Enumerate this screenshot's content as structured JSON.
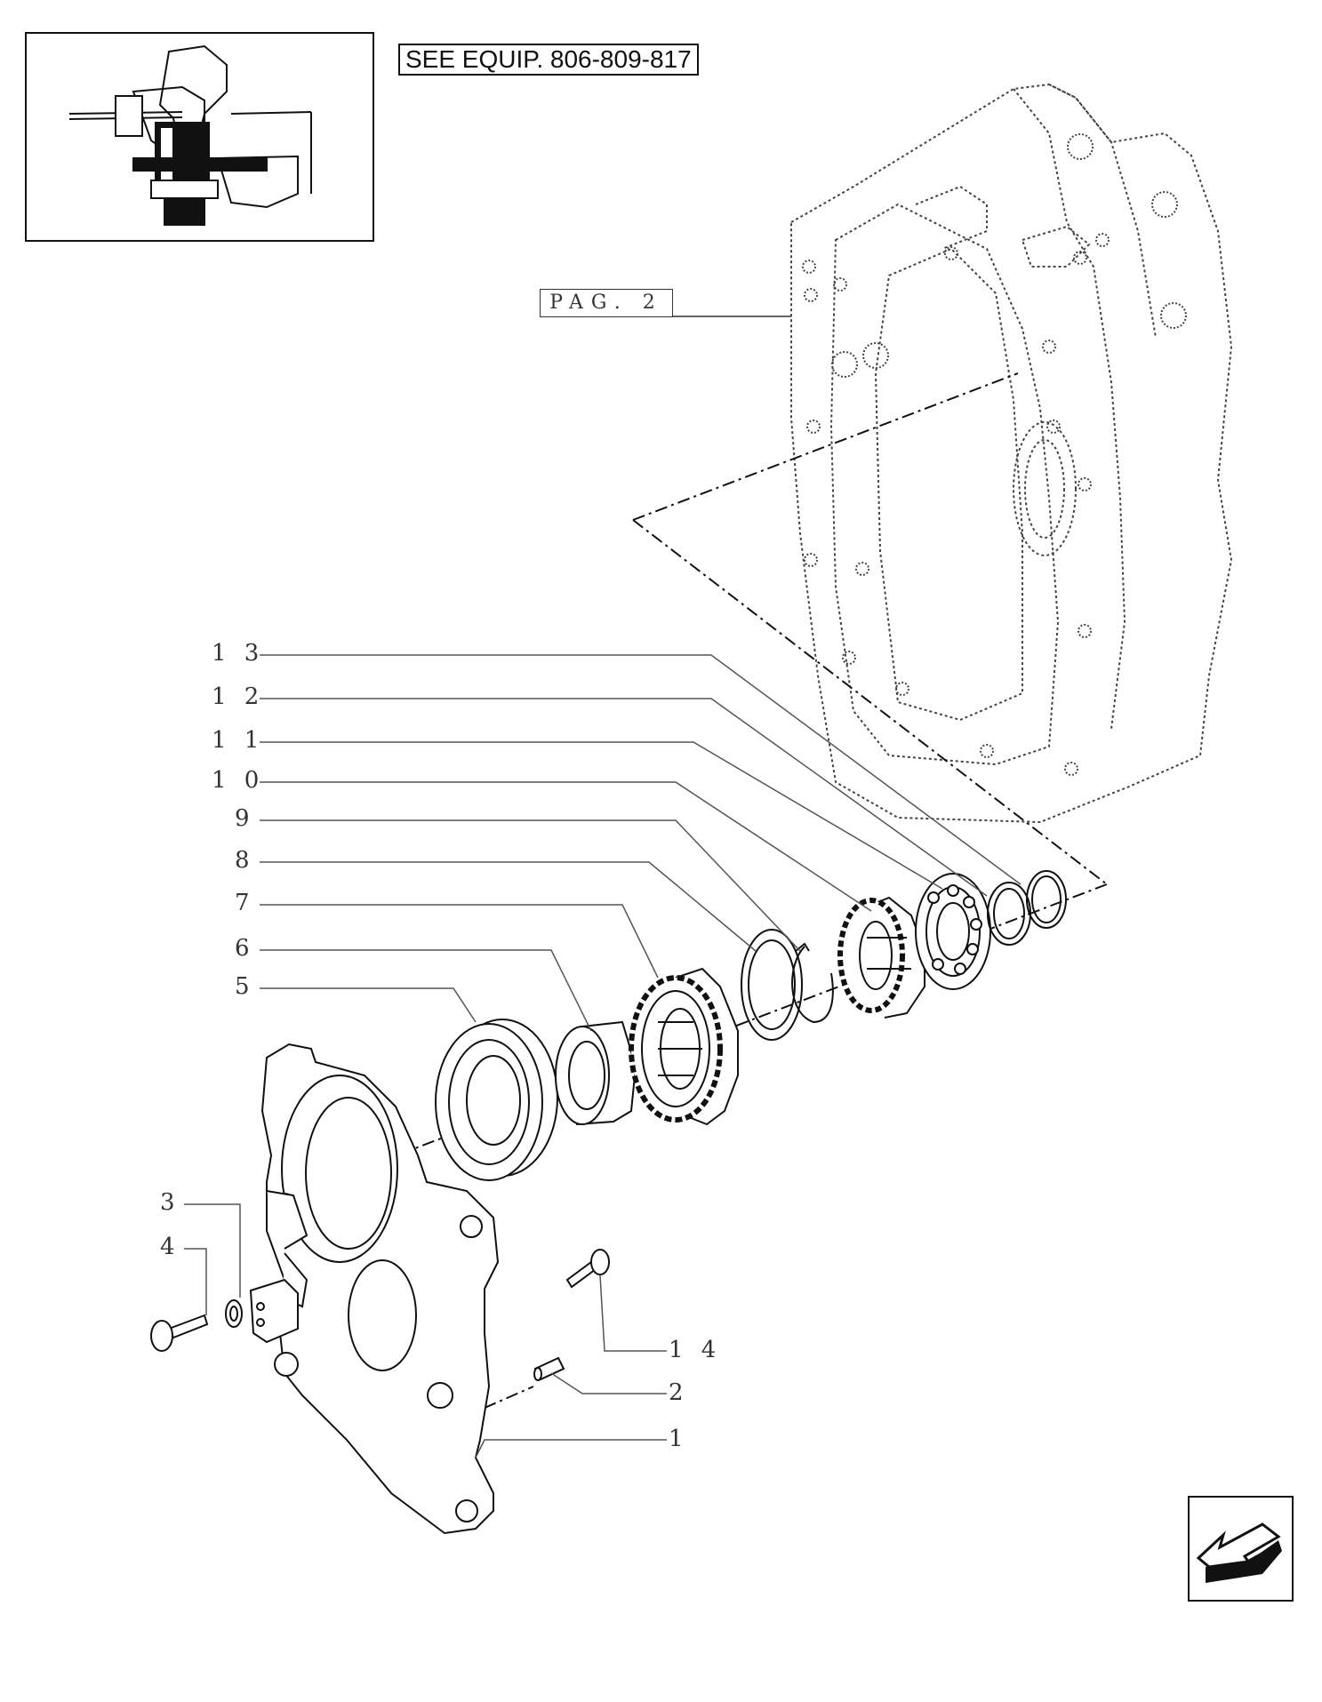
{
  "header": {
    "see_equip": "SEE EQUIP. 806-809-817",
    "page_ref": "PAG. 2"
  },
  "callouts": [
    {
      "id": "13",
      "label": "1 3"
    },
    {
      "id": "12",
      "label": "1 2"
    },
    {
      "id": "11",
      "label": "1 1"
    },
    {
      "id": "10",
      "label": "1 0"
    },
    {
      "id": "9",
      "label": "9"
    },
    {
      "id": "8",
      "label": "8"
    },
    {
      "id": "7",
      "label": "7"
    },
    {
      "id": "6",
      "label": "6"
    },
    {
      "id": "5",
      "label": "5"
    },
    {
      "id": "3",
      "label": "3"
    },
    {
      "id": "4",
      "label": "4"
    },
    {
      "id": "14",
      "label": "1 4"
    },
    {
      "id": "2",
      "label": "2"
    },
    {
      "id": "1",
      "label": "1"
    }
  ],
  "icons": {
    "thumbnail": "assembly-thumbnail-icon",
    "navigation": "previous-page-arrow-icon"
  },
  "colors": {
    "line": "#333333",
    "fill_dark": "#111111"
  }
}
